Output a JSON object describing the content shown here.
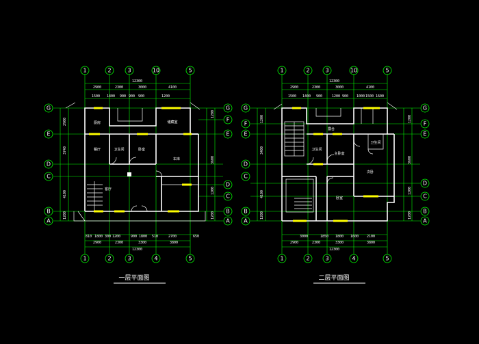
{
  "plans": [
    {
      "title": "一层平面图",
      "axis_labels": {
        "top": [
          "1",
          "2",
          "3",
          "10",
          "5"
        ],
        "bottom": [
          "1",
          "2",
          "3",
          "4",
          "5"
        ],
        "left": [
          "G",
          "E",
          "D",
          "C",
          "B",
          "A"
        ],
        "right": [
          "G",
          "F",
          "E",
          "D",
          "C",
          "B",
          "A"
        ]
      },
      "dims": {
        "top_total": "12300",
        "top_row1": [
          "2900",
          "2300",
          "3000",
          "4100"
        ],
        "top_row2": [
          "1500",
          "1400",
          "900",
          "900",
          "900",
          "1200"
        ],
        "bottom_row1": [
          "810",
          "1800",
          "300",
          "1200",
          "900",
          "1800",
          "510",
          "2700",
          "650"
        ],
        "bottom_row2": [
          "2900",
          "2300",
          "3300",
          "3800"
        ],
        "bottom_total": "12300",
        "left": [
          "2900",
          "3740",
          "4100",
          "1200"
        ],
        "right": [
          "1200",
          "3600",
          "1200",
          "1200"
        ]
      },
      "rooms": [
        "厨房",
        "餐厅",
        "卫生间",
        "卧室",
        "客厅",
        "车库",
        "储藏室"
      ]
    },
    {
      "title": "二层平面图",
      "axis_labels": {
        "top": [
          "1",
          "2",
          "3",
          "10",
          "5"
        ],
        "bottom": [
          "1",
          "2",
          "3",
          "4",
          "5"
        ],
        "left": [
          "G",
          "F",
          "E",
          "D",
          "C",
          "B",
          "A"
        ],
        "right": [
          "G",
          "F",
          "E",
          "D",
          "C",
          "B",
          "A"
        ]
      },
      "dims": {
        "top_total": "12300",
        "top_row1": [
          "2900",
          "2300",
          "3000",
          "4100"
        ],
        "top_row2": [
          "1500",
          "1400",
          "900",
          "1200",
          "900",
          "1000",
          "1500",
          "1600"
        ],
        "bottom_row1": [
          "3000",
          "1850",
          "1800",
          "1600",
          "2100"
        ],
        "bottom_row2": [
          "2900",
          "2300",
          "3300",
          "3800"
        ],
        "bottom_total": "12300",
        "left": [
          "1200",
          "3400",
          "4100",
          "1200"
        ],
        "right": [
          "1200",
          "3600",
          "1200",
          "1200"
        ]
      },
      "rooms": [
        "露台",
        "卫生间",
        "卧室",
        "主卧室",
        "次卧",
        "卧室",
        "卫生间"
      ]
    }
  ]
}
